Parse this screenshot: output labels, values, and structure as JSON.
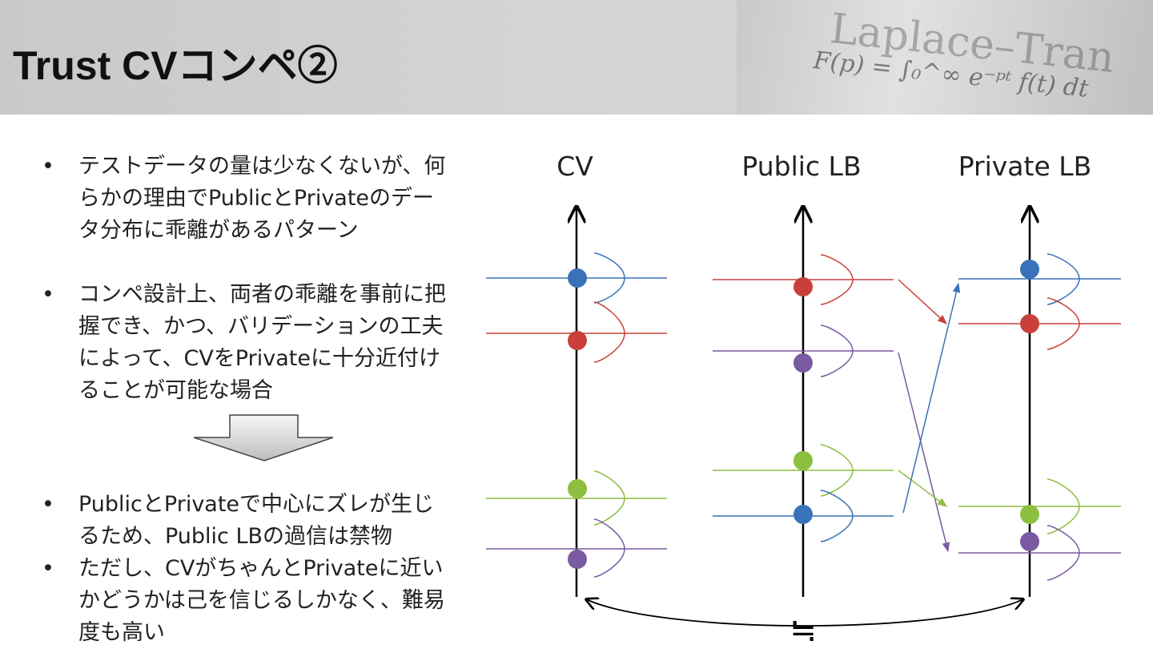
{
  "header": {
    "title": "Trust CVコンペ②",
    "watermark_line1": "Laplace–Tran",
    "watermark_line2": "F(p) = ∫₀^∞ e⁻ᵖᵗ f(t) dt"
  },
  "bullets_top": [
    "テストデータの量は少なくないが、何らかの理由でPublicとPrivateのデータ分布に乖離があるパターン",
    "コンペ設計上、両者の乖離を事前に把握でき、かつ、バリデーションの工夫によって、CVをPrivateに十分近付けることが可能な場合"
  ],
  "bullets_bottom": [
    "PublicとPrivateで中心にズレが生じるため、Public LBの過信は禁物",
    "ただし、CVがちゃんとPrivateに近いかどうかは己を信じるしかなく、難易度も高い"
  ],
  "diagram": {
    "columns": [
      "CV",
      "Public LB",
      "Private LB"
    ],
    "approx_symbol": "≒",
    "colors": {
      "blue": "#3a72b9",
      "red": "#c9403a",
      "green": "#8cbf3f",
      "purple": "#7a5aa0"
    }
  }
}
